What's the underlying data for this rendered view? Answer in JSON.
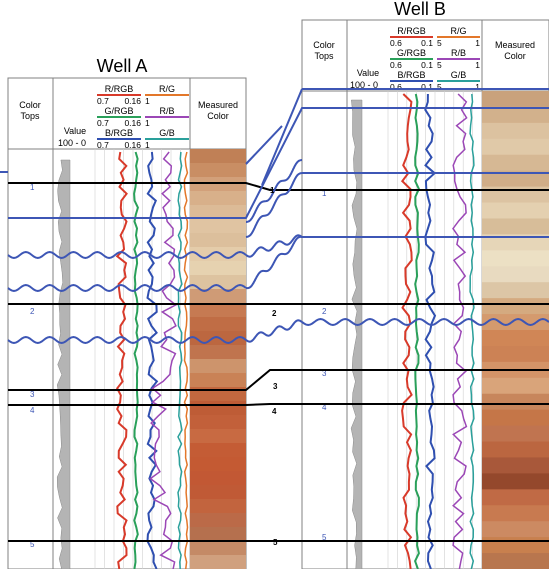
{
  "well_a": {
    "title": "Well A",
    "header": {
      "color_tops": "Color\nTops",
      "value": "Value",
      "measured_color": "Measured\nColor",
      "curves": [
        {
          "name": "R/RGB",
          "min": "0.7",
          "max": "0.16",
          "color": "#d83a2a"
        },
        {
          "name": "R/G",
          "min": "1",
          "max": "",
          "color": "#e3772a"
        },
        {
          "name": "G/RGB",
          "min": "0.7",
          "max": "0.16",
          "color": "#2aa05a"
        },
        {
          "name": "R/B",
          "min": "1",
          "max": "",
          "color": "#9b47b6"
        },
        {
          "name": "B/RGB",
          "min": "0.7",
          "max": "0.16",
          "color": "#2f4fb0"
        },
        {
          "name": "G/B",
          "min": "1",
          "max": "",
          "color": "#2aa09b"
        }
      ],
      "value_scale": "100 - 0",
      "colortop_markers": [
        "1",
        "2",
        "3",
        "4",
        "5"
      ]
    },
    "measured_color_bands": [
      "#c08056",
      "#c98e64",
      "#d2a07a",
      "#d8b08a",
      "#dcbb97",
      "#e0c4a2",
      "#dcbf9c",
      "#e4ccaa",
      "#e6d2b0",
      "#ddc3a0",
      "#cf9b76",
      "#c67a52",
      "#c06d45",
      "#bc6740",
      "#c0744e",
      "#cd946c",
      "#c98256",
      "#c2683f",
      "#be5c36",
      "#c2603a",
      "#c86a42",
      "#c45c35",
      "#c45a33",
      "#c25834",
      "#c05a36",
      "#c2643e",
      "#bb6a48",
      "#b5704e",
      "#c48a66",
      "#d0a07e"
    ]
  },
  "well_b": {
    "title": "Well B",
    "header": {
      "color_tops": "Color\nTops",
      "value": "Value",
      "measured_color": "Measured\nColor",
      "curves": [
        {
          "name": "R/RGB",
          "min": "0.6",
          "max": "0.1",
          "color": "#d83a2a"
        },
        {
          "name": "R/G",
          "min": "5",
          "max": "1",
          "color": "#e3772a"
        },
        {
          "name": "G/RGB",
          "min": "0.6",
          "max": "0.1",
          "color": "#2aa05a"
        },
        {
          "name": "R/B",
          "min": "5",
          "max": "1",
          "color": "#9b47b6"
        },
        {
          "name": "B/RGB",
          "min": "0.6",
          "max": "0.1",
          "color": "#2f4fb0"
        },
        {
          "name": "G/B",
          "min": "5",
          "max": "1",
          "color": "#2aa09b"
        }
      ],
      "value_scale": "100 - 0",
      "colortop_markers": [
        "1",
        "2",
        "3",
        "4",
        "5"
      ]
    },
    "measured_color_bands": [
      "#c9a27c",
      "#d2b18c",
      "#dcc2a0",
      "#e0c9a8",
      "#d6b894",
      "#d0ad88",
      "#dcc3a2",
      "#e4d0b0",
      "#d7bd99",
      "#e6d6b8",
      "#ece0c4",
      "#e8dac0",
      "#dcc6a6",
      "#d4aa80",
      "#d49a6e",
      "#d08656",
      "#cc8255",
      "#d49468",
      "#d9a47a",
      "#c7865c",
      "#c57648",
      "#c07450",
      "#bb6640",
      "#a8583a",
      "#94482c",
      "#c06a45",
      "#c87a50",
      "#cc8a62",
      "#c8804e",
      "#b8764e"
    ]
  },
  "correlation_labels": [
    "1",
    "2",
    "3",
    "4",
    "5"
  ],
  "colors": {
    "blue_line": "#3d56b5",
    "black_line": "#000000",
    "value_gray": "#b4b4b4"
  }
}
